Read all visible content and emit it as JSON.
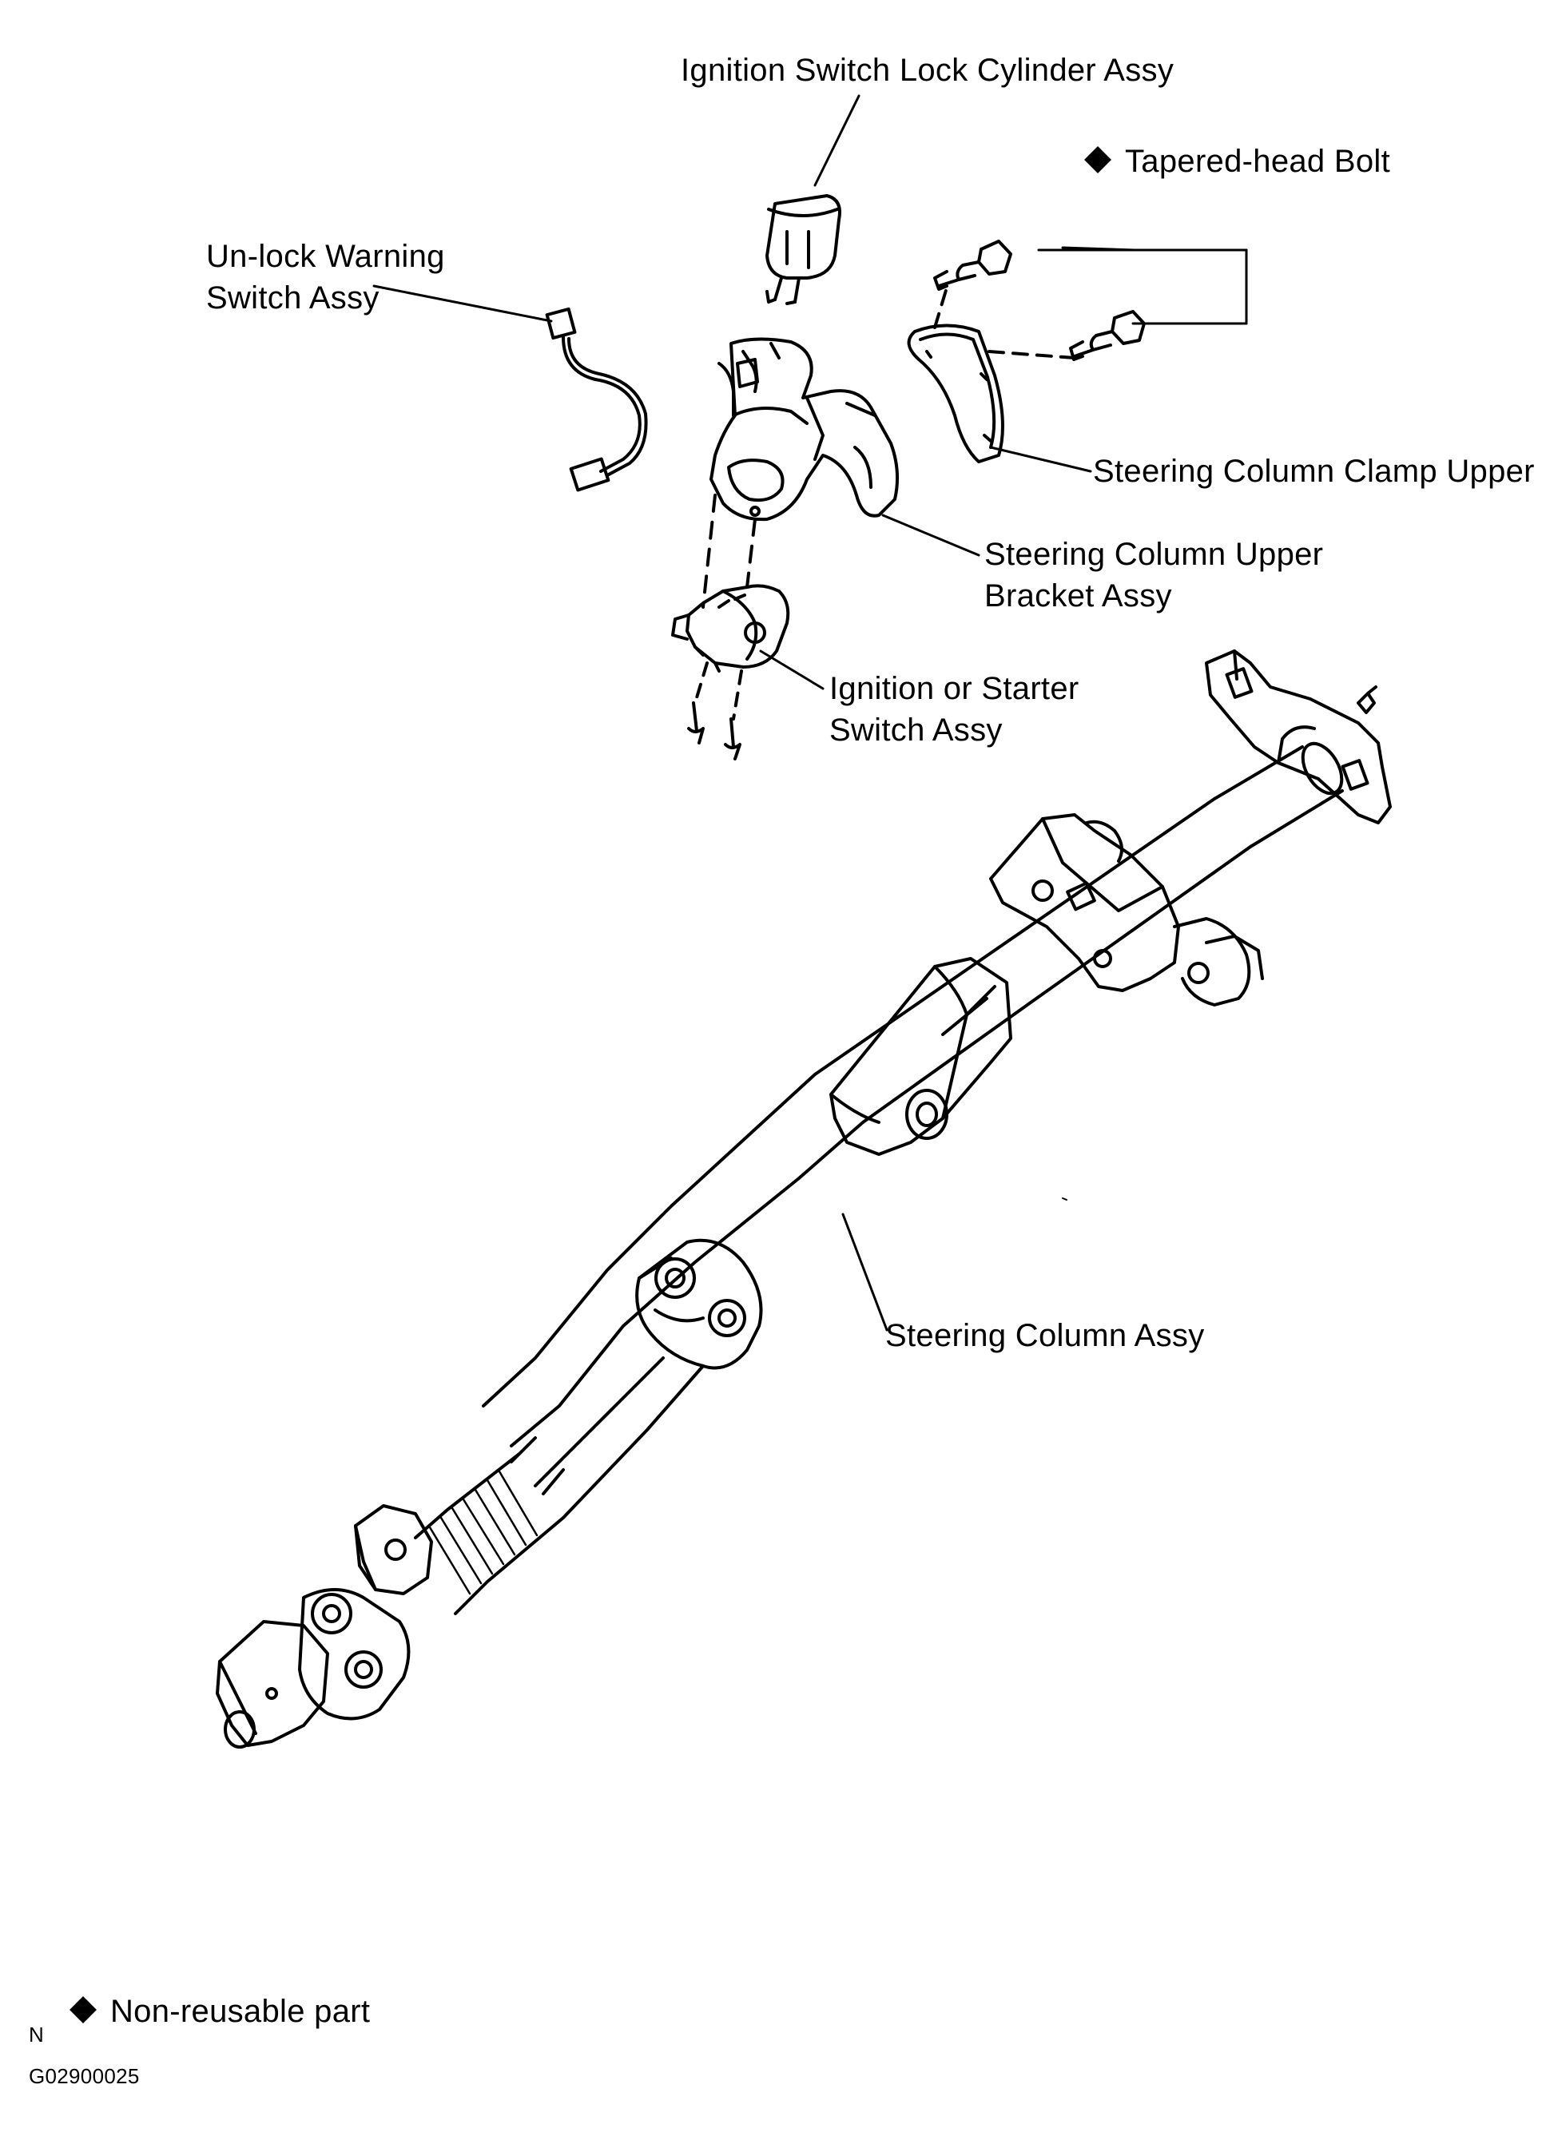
{
  "labels": {
    "lock_cylinder": "Ignition Switch Lock Cylinder Assy",
    "tapered_bolt": "Tapered-head Bolt",
    "unlock_switch_line1": "Un-lock  Warning",
    "unlock_switch_line2": "Switch Assy",
    "clamp_upper": "Steering Column Clamp Upper",
    "upper_bracket_line1": "Steering  Column  Upper",
    "upper_bracket_line2": "Bracket Assy",
    "starter_switch_line1": "Ignition or Starter",
    "starter_switch_line2": "Switch Assy",
    "column_assy": "Steering Column Assy"
  },
  "legend": {
    "text": "Non-reusable part",
    "symbol": "diamond"
  },
  "footer": {
    "orientation_mark": "N",
    "figure_code": "G02900025"
  },
  "colors": {
    "ink": "#000000",
    "background": "#ffffff"
  }
}
